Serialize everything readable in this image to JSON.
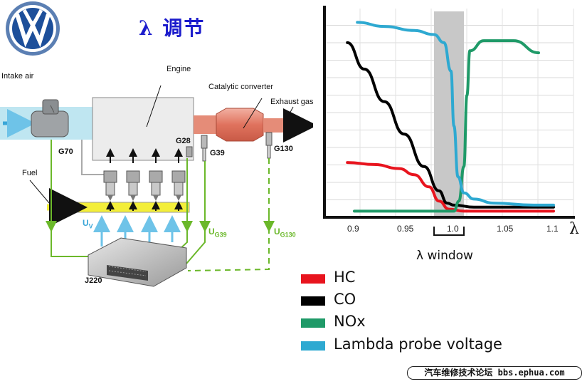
{
  "header": {
    "title": "λ 调节",
    "logo_icon": "vw-logo-icon"
  },
  "system": {
    "intake_label": "Intake air",
    "engine_label": "Engine",
    "catalytic_label": "Catalytic converter",
    "exhaust_label": "Exhaust gas",
    "fuel_label": "Fuel",
    "sensor_g70": "G70",
    "sensor_g28": "G28",
    "sensor_g39": "G39",
    "sensor_g130": "G130",
    "ecu_label": "J220",
    "signal_uv": {
      "base": "U",
      "sub": "V"
    },
    "signal_ug39": {
      "base": "U",
      "sub": "G39"
    },
    "signal_ug130": {
      "base": "U",
      "sub": "G130"
    }
  },
  "chart_data": {
    "type": "line",
    "x_ticks": [
      "0.9",
      "0.95",
      "1.0",
      "1.05",
      "1.1"
    ],
    "x_tick_values": [
      0.9,
      0.95,
      1.0,
      1.05,
      1.1
    ],
    "xlim": [
      0.87,
      1.12
    ],
    "xlabel": "λ",
    "window": {
      "label": "λ window",
      "from": 0.98,
      "to": 1.01
    },
    "grid": true,
    "series": [
      {
        "name": "HC",
        "color": "#e8141e",
        "x": [
          0.893,
          0.92,
          0.945,
          0.96,
          0.975,
          0.985,
          0.995,
          1.01,
          1.05,
          1.1
        ],
        "y": [
          0.27,
          0.26,
          0.24,
          0.21,
          0.15,
          0.08,
          0.04,
          0.03,
          0.03,
          0.03
        ]
      },
      {
        "name": "CO",
        "color": "#000000",
        "x": [
          0.893,
          0.91,
          0.93,
          0.95,
          0.97,
          0.985,
          0.993,
          1.0,
          1.02,
          1.05,
          1.1
        ],
        "y": [
          0.86,
          0.73,
          0.57,
          0.41,
          0.25,
          0.13,
          0.07,
          0.06,
          0.05,
          0.05,
          0.05
        ]
      },
      {
        "name": "NOx",
        "color": "#1f9a68",
        "x": [
          0.9,
          0.95,
          1.0,
          1.005,
          1.01,
          1.013,
          1.016,
          1.03,
          1.06,
          1.085
        ],
        "y": [
          0.03,
          0.03,
          0.03,
          0.08,
          0.25,
          0.6,
          0.82,
          0.87,
          0.87,
          0.81
        ]
      },
      {
        "name": "Lambda probe voltage",
        "color": "#2ea9d1",
        "x": [
          0.903,
          0.93,
          0.96,
          0.98,
          0.99,
          0.997,
          1.0,
          1.004,
          1.01,
          1.02,
          1.04,
          1.08,
          1.1
        ],
        "y": [
          0.96,
          0.94,
          0.92,
          0.9,
          0.86,
          0.72,
          0.45,
          0.2,
          0.12,
          0.09,
          0.07,
          0.06,
          0.06
        ]
      }
    ]
  },
  "legend": [
    {
      "label": "HC",
      "color": "#e8141e"
    },
    {
      "label": "CO",
      "color": "#000000"
    },
    {
      "label": "NOx",
      "color": "#1f9a68"
    },
    {
      "label": "Lambda probe voltage",
      "color": "#2ea9d1"
    }
  ],
  "watermark": "汽车维修技术论坛 bbs.ephua.com"
}
